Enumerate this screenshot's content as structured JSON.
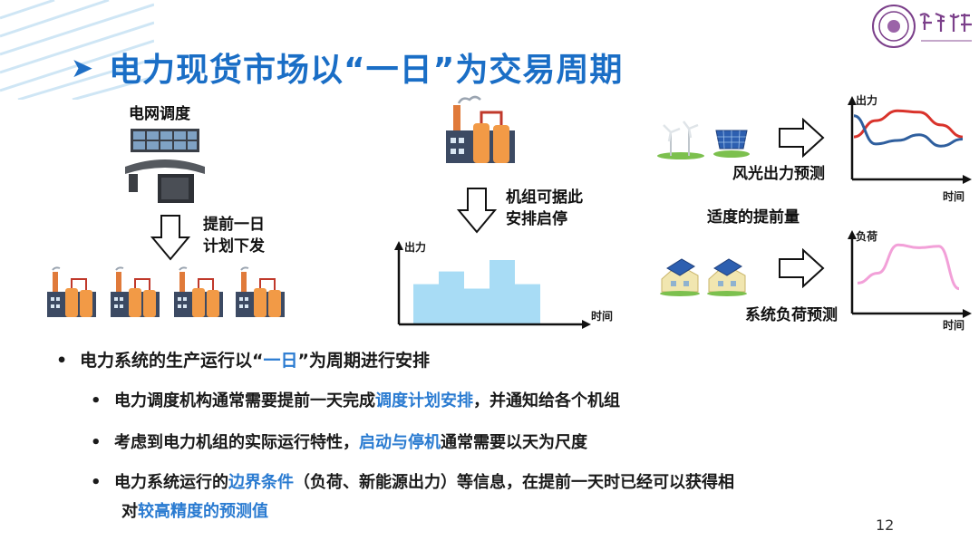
{
  "title": "电力现货市场以“一日”为交易周期",
  "labels": {
    "grid_dispatch": "电网调度",
    "one_day_ahead_l1": "提前一日",
    "one_day_ahead_l2": "计划下发",
    "unit_schedule_l1": "机组可据此",
    "unit_schedule_l2": "安排启停",
    "output": "出力",
    "time": "时间",
    "wind_solar_forecast": "风光出力预测",
    "lead_time": "适度的提前量",
    "load": "负荷",
    "load_forecast": "系统负荷预测"
  },
  "bullets": {
    "b1_pre": "电力系统的生产运行以“",
    "b1_hl": "一日",
    "b1_post": "”为周期进行安排",
    "b2_pre": "电力调度机构通常需要提前一天完成",
    "b2_hl": "调度计划安排",
    "b2_post": "，并通知给各个机组",
    "b3_pre": "考虑到电力机组的实际运行特性，",
    "b3_hl": "启动与停机",
    "b3_post": "通常需要以天为尺度",
    "b4_pre": "电力系统运行的",
    "b4_hl": "边界条件",
    "b4_post": "（负荷、新能源出力）等信息，在提前一天时已经可以获得相",
    "b4_line2_pre": "对",
    "b4_line2_hl": "较高精度的预测值"
  },
  "page_number": "12",
  "colors": {
    "title_blue": "#1a6ec6",
    "highlight_blue": "#2a7bd1",
    "bar_fill": "#a8dcf5",
    "curve_red": "#d9332b",
    "curve_blue": "#2f5f9e",
    "curve_pink": "#f2a0d8"
  },
  "chart_data": [
    {
      "type": "bar",
      "ylabel": "出力",
      "xlabel": "时间",
      "values": [
        0.62,
        0.82,
        0.55,
        1.0,
        0.62
      ]
    },
    {
      "type": "line",
      "ylabel": "出力",
      "xlabel": "时间",
      "series": [
        {
          "values": [
            0.55,
            0.78,
            0.92,
            0.9,
            0.72,
            0.55
          ]
        },
        {
          "values": [
            0.85,
            0.45,
            0.5,
            0.58,
            0.42,
            0.52
          ]
        }
      ]
    },
    {
      "type": "line",
      "ylabel": "负荷",
      "xlabel": "时间",
      "series": [
        {
          "values": [
            0.38,
            0.52,
            0.92,
            0.88,
            0.9,
            0.3
          ]
        }
      ]
    }
  ]
}
